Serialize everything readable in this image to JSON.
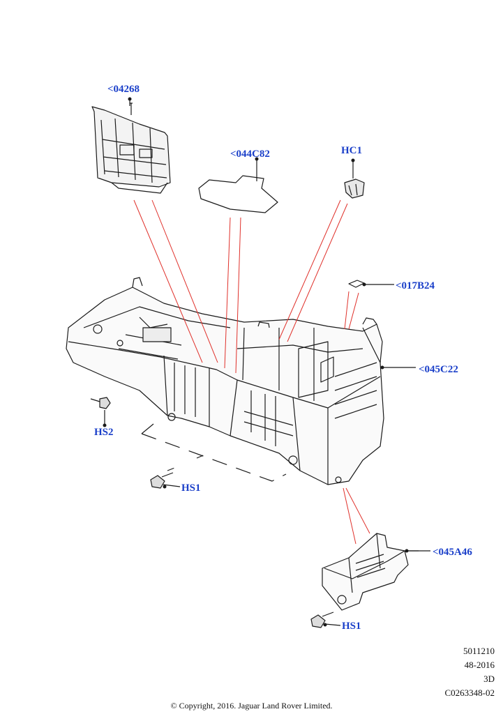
{
  "callouts": {
    "c04268": "<04268",
    "c044C82": "<044C82",
    "hc1": "HC1",
    "c017B24": "<017B24",
    "c045C22": "<045C22",
    "hs2": "HS2",
    "hs1_upper": "HS1",
    "c045A46": "<045A46",
    "hs1_lower": "HS1"
  },
  "footer": {
    "code1": "5011210",
    "code2": "48-2016",
    "code3": "3D",
    "code4": "C0263348-02",
    "copyright": "© Copyright, 2016. Jaguar Land Rover Limited."
  },
  "colors": {
    "callout_text": "#1a3fc9",
    "leader_line": "#e0302a",
    "part_outline": "#1a1a1a",
    "part_fill": "#ffffff"
  }
}
